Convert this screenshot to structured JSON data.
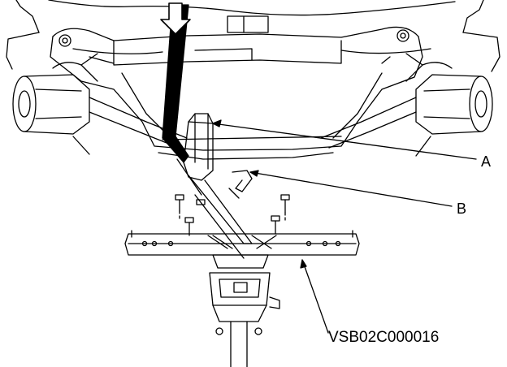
{
  "callouts": {
    "a": "A",
    "b": "B"
  },
  "figure_code": "VSB02C000016",
  "colors": {
    "line": "#000000",
    "background": "#ffffff"
  }
}
